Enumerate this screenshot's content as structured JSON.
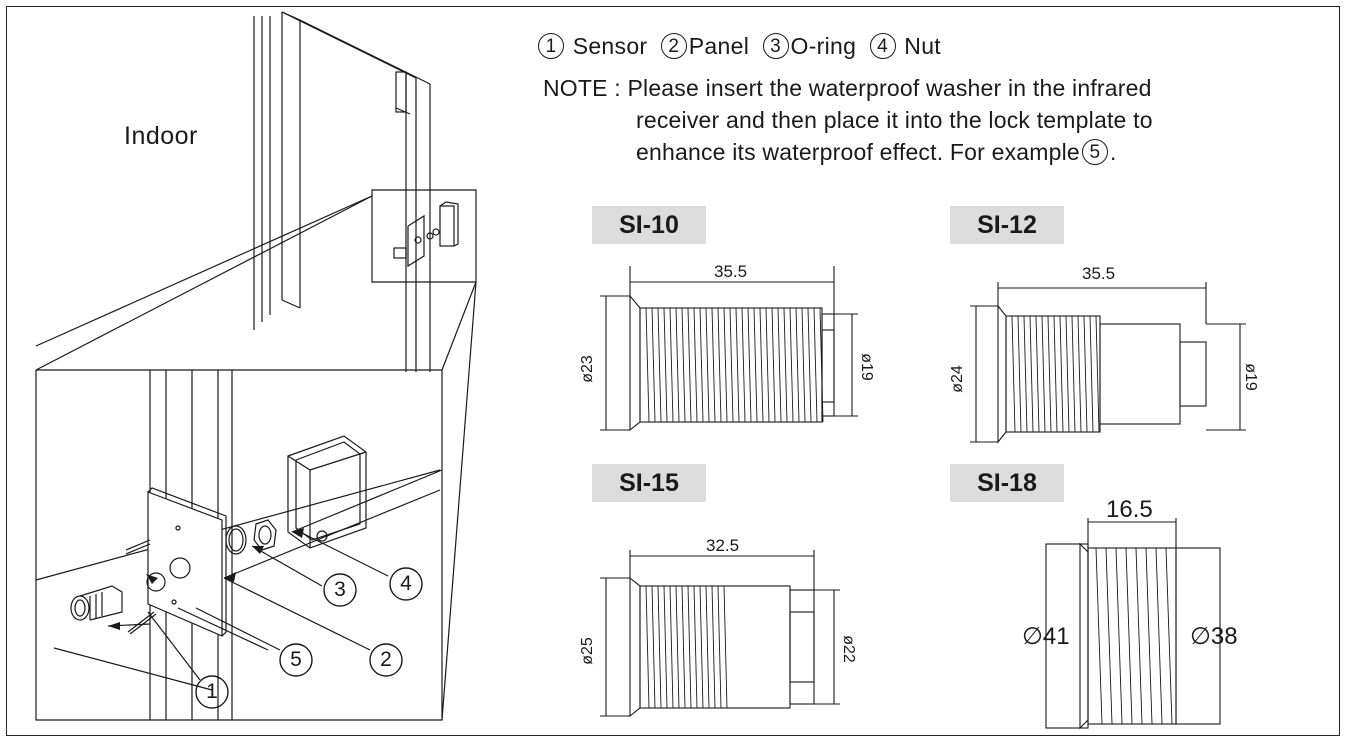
{
  "legend": {
    "items": [
      {
        "num": "1",
        "label": "Sensor"
      },
      {
        "num": "2",
        "label": "Panel"
      },
      {
        "num": "3",
        "label": "O-ring"
      },
      {
        "num": "4",
        "label": "Nut"
      }
    ]
  },
  "note": {
    "prefix": "NOTE :",
    "line1": "Please insert the waterproof washer in the infrared",
    "line2": "receiver and then place it into the lock template to",
    "line3": "enhance its waterproof effect. For example",
    "ref": "5",
    "end": "."
  },
  "installation": {
    "indoor_label": "Indoor",
    "callouts": [
      "1",
      "2",
      "3",
      "4",
      "5"
    ]
  },
  "models": [
    {
      "name": "SI-10",
      "length": "35.5",
      "d_left": "ø23",
      "d_right": "ø19"
    },
    {
      "name": "SI-12",
      "length": "35.5",
      "d_left": "ø24",
      "d_right": "ø19"
    },
    {
      "name": "SI-15",
      "length": "32.5",
      "d_left": "ø25",
      "d_right": "ø22"
    },
    {
      "name": "SI-18",
      "length": "16.5",
      "d_left": "∅41",
      "d_right": "∅38"
    }
  ]
}
